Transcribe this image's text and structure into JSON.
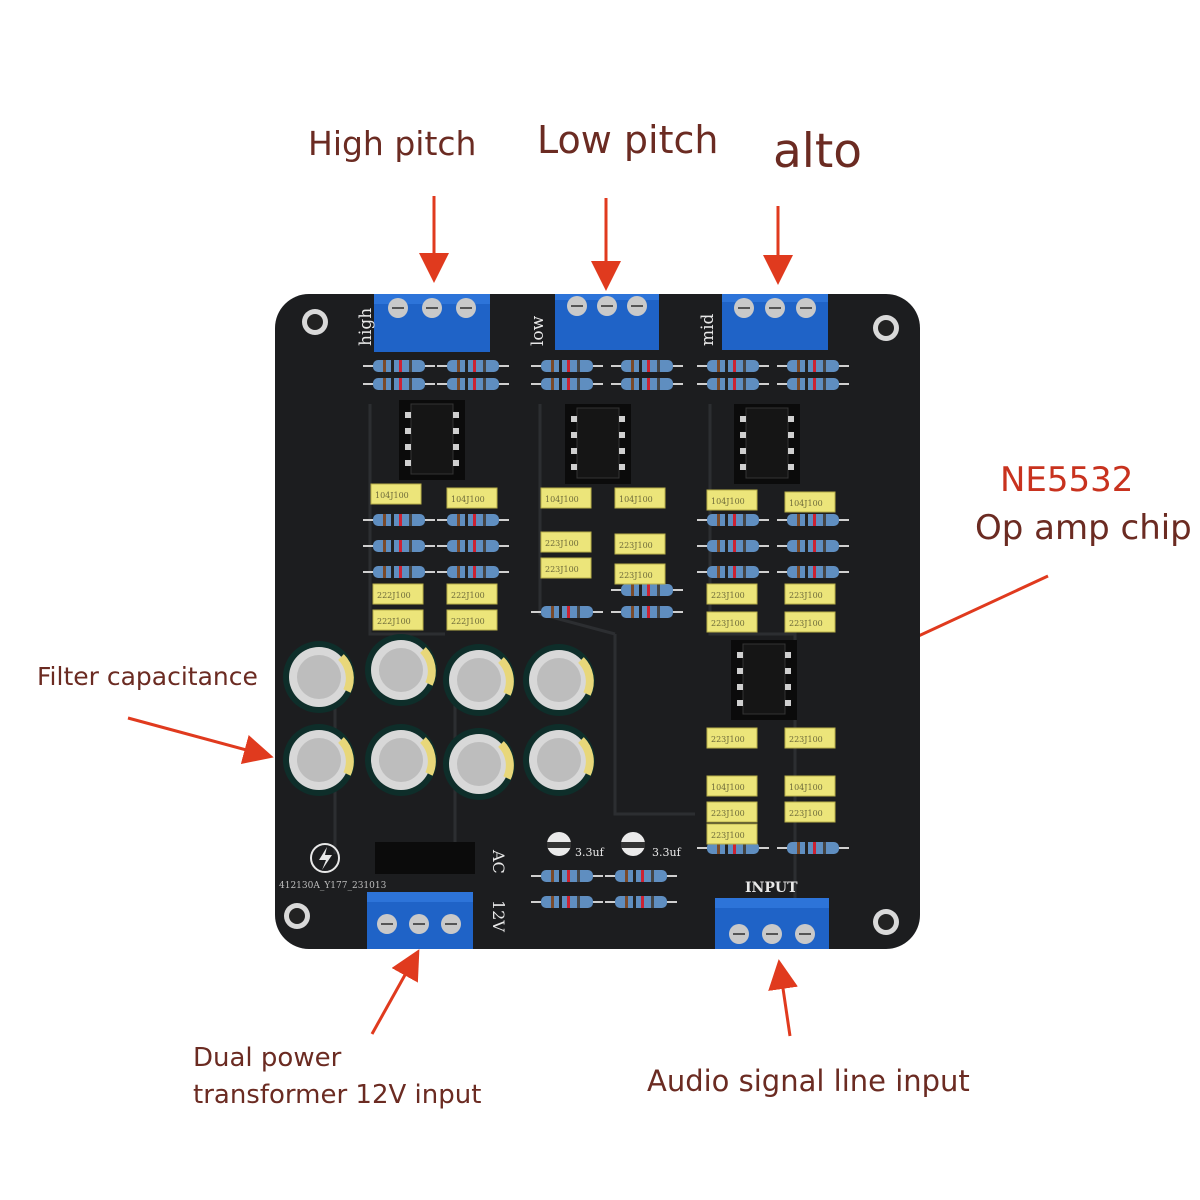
{
  "labels": {
    "high_pitch": "High pitch",
    "low_pitch": "Low pitch",
    "alto": "alto",
    "chip_name": "NE5532",
    "chip_desc": "Op amp chip",
    "filter_cap": "Filter capacitance",
    "power_line1": "Dual power",
    "power_line2": "transformer 12V input",
    "audio_input": "Audio signal line input"
  },
  "silkscreen": {
    "high": "high",
    "low": "low",
    "mid": "mid",
    "input": "INPUT",
    "ac": "AC",
    "v12": "12V",
    "cap1": "3.3uf",
    "cap2": "3.3uf",
    "serial": "412130A_Y177_231013"
  },
  "components": {
    "film_caps": [
      "104J100",
      "104J100",
      "104J100",
      "104J100",
      "104J100",
      "104J100",
      "223J100",
      "223J100",
      "223J100",
      "223J100",
      "223J100",
      "223J100",
      "222J100",
      "222J100",
      "222J100",
      "222J100",
      "223J100",
      "223J100",
      "223J100",
      "223J100",
      "104J100",
      "104J100",
      "223J100",
      "223J100",
      "223J100"
    ]
  },
  "colors": {
    "label_brown": "#6b2b22",
    "label_red": "#c8321e",
    "arrow": "#e03a1e",
    "pcb": "#1c1d1f",
    "terminal": "#1f63c7",
    "film_cap": "#ece57a",
    "resistor": "#5f8ec0"
  }
}
